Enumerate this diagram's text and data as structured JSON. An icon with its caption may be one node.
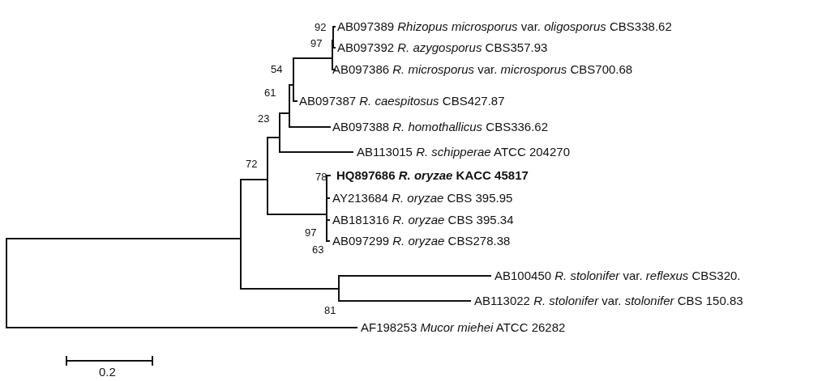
{
  "diagram": {
    "labels": [
      "92",
      "AB097389 *Rhizopus microsporus* var. *oligosporus* CBS338.62",
      "97",
      "AB097392 *R. azygosporus* CBS357.93",
      "54",
      "AB097386 *R. microsporus* var. *microsporus* CBS700.68",
      "61",
      "AB097387 *R. caespitosus* CBS427.87",
      "23",
      "AB097388 *R. homothallicus* CBS336.62",
      "AB113015 *R. schipperae* ATCC 204270",
      "72",
      "78",
      "HQ897686 *R. oryzae* KACC 45817",
      "AY213684 *R. oryzae* CBS 395.95",
      "97",
      "AB181316 *R. oryzae* CBS 395.34",
      "63",
      "AB097299 *R. oryzae* CBS278.38",
      "AB100450 *R. stolonifer* var. *reflexus* CBS320.",
      "81",
      "AB113022 *R. stolonifer* var. *stolonifer* CBS 150.83",
      "AF198253 *Mucor miehei* ATCC 26282",
      "0.2"
    ]
  }
}
